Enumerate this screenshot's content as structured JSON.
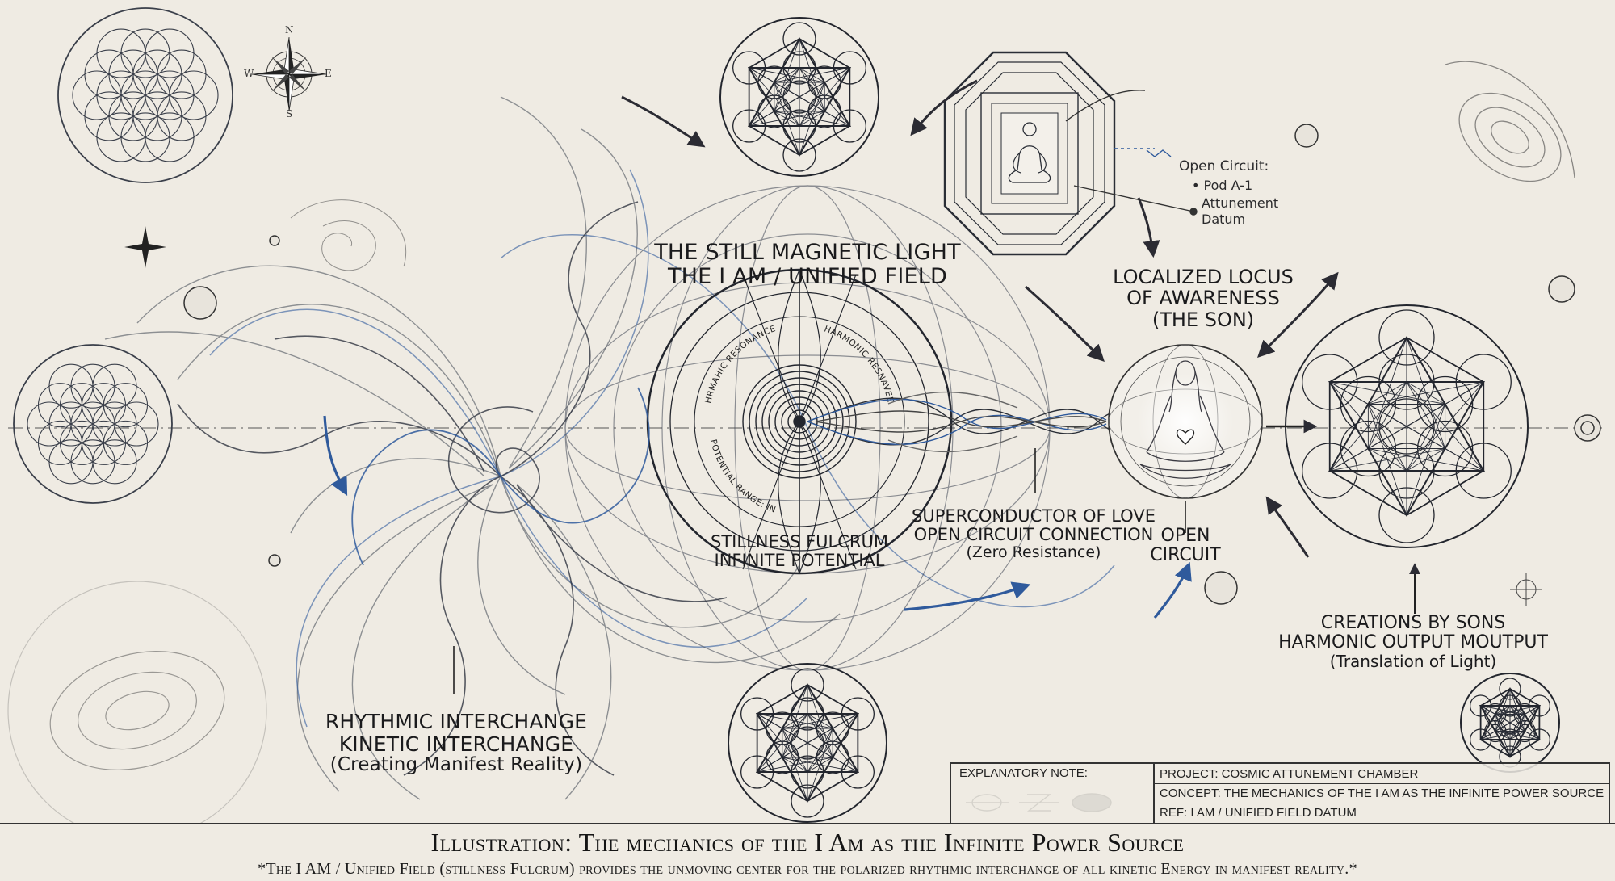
{
  "labels": {
    "still_light": [
      "THE STILL MAGNETIC LIGHT",
      "THE I AM / UNIFIED FIELD"
    ],
    "locus": [
      "LOCALIZED LOCUS",
      "OF AWARENESS",
      "(THE SON)"
    ],
    "fulcrum": [
      "STILLNESS FULCRUM",
      "INFINITE POTENTIAL"
    ],
    "superconductor": [
      "SUPERCONDUCTOR OF LOVE",
      "OPEN CIRCUIT CONNECTION",
      "(Zero Resistance)"
    ],
    "open_circuit": [
      "OPEN",
      "CIRCUIT"
    ],
    "creations": [
      "CREATIONS BY SONS",
      "HARMONIC OUTPUT MOUTPUT",
      "(Translation of Light)"
    ],
    "rhythmic": [
      "RHYTHMIC INTERCHANGE",
      "KINETIC INTERCHANGE",
      "(Creating Manifest Reality)"
    ]
  },
  "pod_callout": {
    "title": "Open Circuit:",
    "items": [
      "Pod A-1",
      "Attunement",
      "Datum"
    ]
  },
  "ring_labels": [
    "HRMAHIC RESONANCE",
    "HARMONIC RESNAVEE",
    "POTENTIAL RANGE: INF"
  ],
  "compass": {
    "n": "N",
    "s": "S",
    "e": "E",
    "w": "W"
  },
  "title_block": {
    "explanatory": "EXPLANATORY NOTE:",
    "project": "PROJECT:  COSMIC ATTUNEMENT CHAMBER",
    "concept": "CONCEPT: THE MECHANICS OF THE I AM AS THE INFINITE POWER SOURCE",
    "ref": "REF:          I AM / UNIFIED FIELD DATUM"
  },
  "footer": {
    "title": "Illustration: The mechanics of the I Am as the Infinite Power Source",
    "caption": "*The I AM / Unified Field (stillness Fulcrum) provides the unmoving center for the polarized rhythmic interchange of all kinetic Energy in manifest reality.*"
  },
  "colors": {
    "paper": "#efebe3",
    "ink": "#2b2b30",
    "blue": "#2f5a9c"
  }
}
